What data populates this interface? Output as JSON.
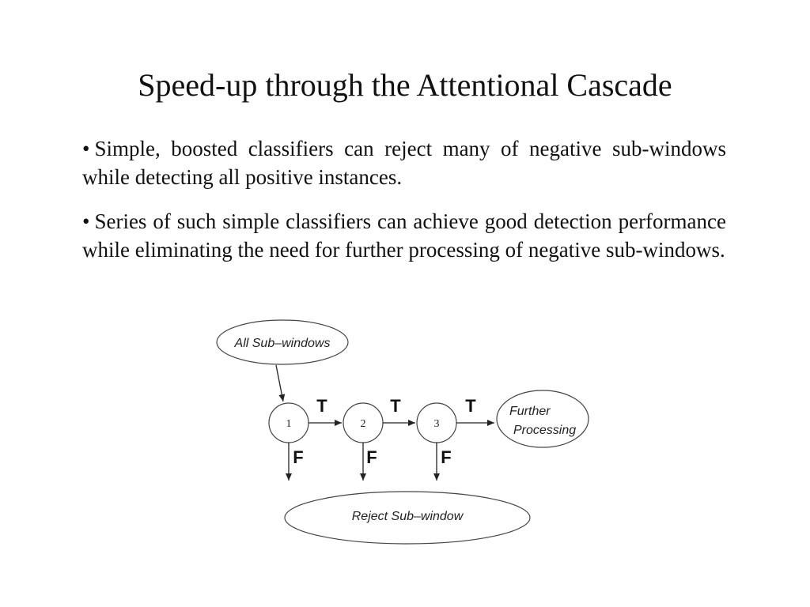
{
  "slide": {
    "title": "Speed-up through the Attentional Cascade",
    "bullets": [
      "Simple, boosted classifiers can reject many of negative sub-windows while detecting all positive instances.",
      "Series of such simple classifiers can achieve good detection performance while eliminating the need for further processing of negative sub-windows."
    ],
    "bullet_glyph": "•"
  },
  "diagram": {
    "input_label": "All Sub–windows",
    "stages": [
      "1",
      "2",
      "3"
    ],
    "true_label": "T",
    "false_label": "F",
    "output_line1": "Further",
    "output_line2": "Processing",
    "reject_label": "Reject Sub–window"
  }
}
